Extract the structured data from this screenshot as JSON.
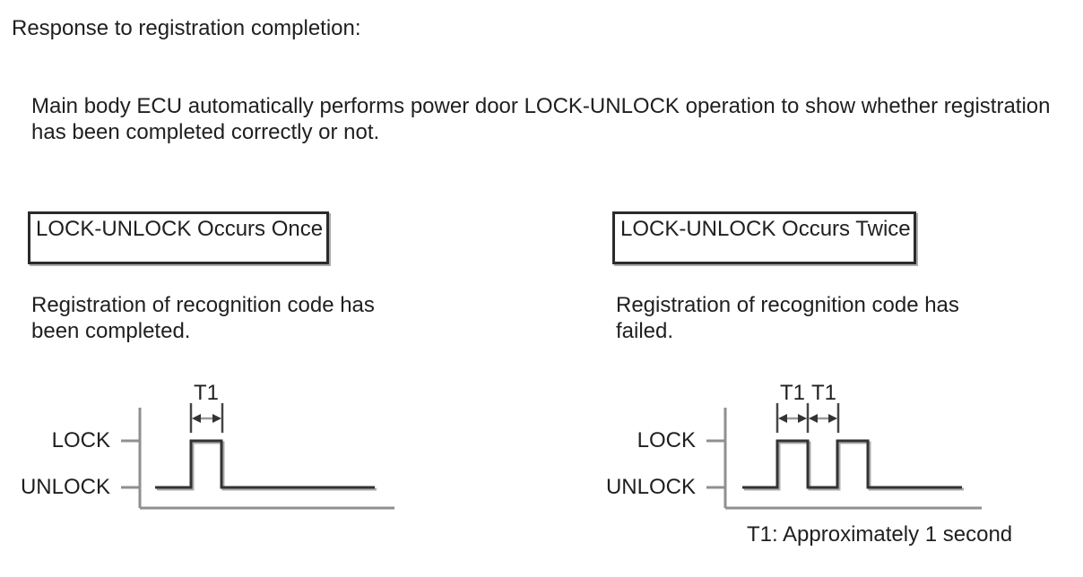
{
  "title": "Response to registration completion:",
  "intro": {
    "lines": [
      "Main body ECU automatically performs power door LOCK-UNLOCK operation to show whether registration",
      "has been completed correctly or not."
    ]
  },
  "left_panel": {
    "heading": "LOCK-UNLOCK Occurs Once",
    "caption_lines": [
      "Registration of recognition code has",
      "been completed."
    ],
    "diagram": {
      "t1_label": "T1",
      "lock_label": "LOCK",
      "unlock_label": "UNLOCK",
      "pulse_count": 1
    }
  },
  "right_panel": {
    "heading": "LOCK-UNLOCK Occurs Twice",
    "caption_lines": [
      "Registration of recognition code has",
      "failed."
    ],
    "diagram": {
      "t1_label_1": "T1",
      "t1_label_2": "T1",
      "lock_label": "LOCK",
      "unlock_label": "UNLOCK",
      "pulse_count": 2
    }
  },
  "footnote": "T1: Approximately 1 second",
  "colors": {
    "text": "#1f1f1f",
    "signal_line": "#333333",
    "axis_line": "#8f8f8f",
    "shadow": "#ababab",
    "background": "#ffffff"
  }
}
